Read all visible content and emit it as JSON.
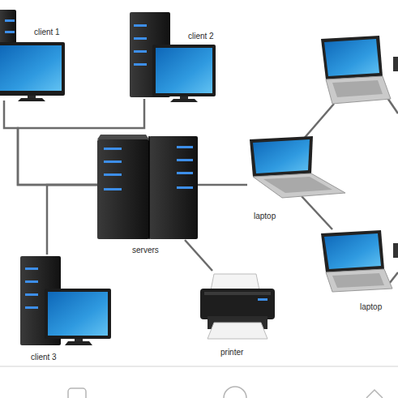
{
  "diagram": {
    "nodes": [
      {
        "text": [
          "client 1"
        ]
      },
      {
        "text": [
          "client 2"
        ]
      },
      {
        "text": [
          "servers"
        ]
      },
      {
        "text": [
          "laptop"
        ]
      },
      {
        "text": [
          "client 3"
        ]
      },
      {
        "text": [
          "printer"
        ]
      },
      {
        "text": [
          "laptop"
        ]
      }
    ],
    "edges": [
      {
        "from": 0,
        "to": 2,
        "arrow": "none"
      },
      {
        "from": 1,
        "to": 2,
        "arrow": "none"
      },
      {
        "from": 4,
        "to": 2,
        "arrow": "none"
      },
      {
        "from": 2,
        "to": 3,
        "arrow": "none"
      },
      {
        "from": 2,
        "to": 5,
        "arrow": "none"
      },
      {
        "from": 3,
        "to": 6,
        "arrow": "none"
      }
    ]
  }
}
